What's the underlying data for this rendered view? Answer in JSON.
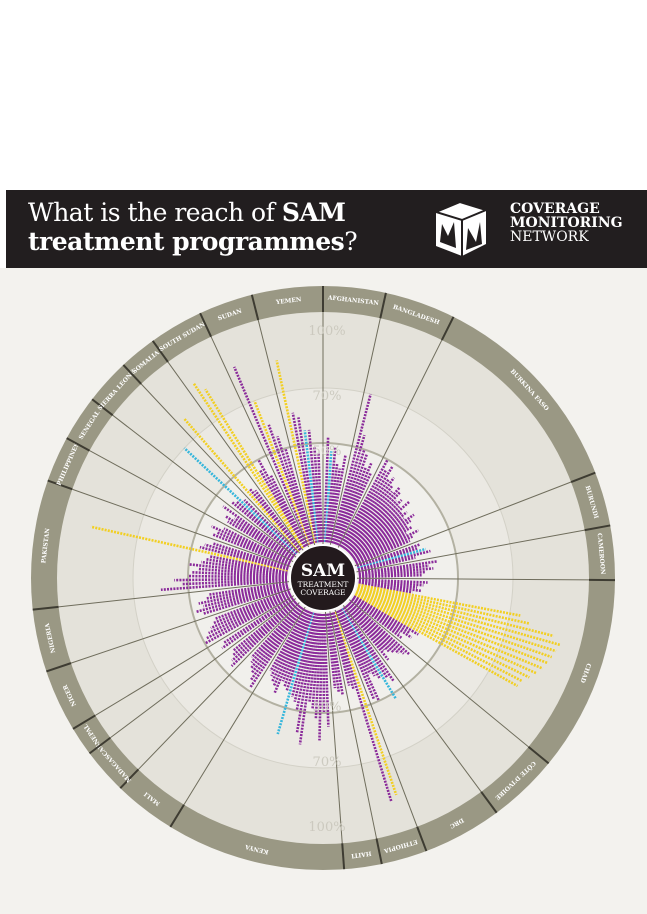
{
  "header": {
    "title_part1": "What is the reach of ",
    "title_bold1": "SAM",
    "title_bold2": "treatment programmes",
    "title_part2": "?",
    "logo_line1": "COVERAGE",
    "logo_line2": "MONITORING",
    "logo_line3": "NETWORK"
  },
  "colors": {
    "p": "#8a2a9a",
    "y": "#f2cf22",
    "c": "#35b6dc",
    "ring": "#9a9884",
    "inner": "#e4e2da",
    "hub": "#231a1d"
  },
  "chart_data": {
    "type": "radial-bar",
    "title": "SAM treatment coverage",
    "center_label": [
      "SAM",
      "TREATMENT",
      "COVERAGE"
    ],
    "rings": [
      {
        "value": 50,
        "label": "50%"
      },
      {
        "value": 70,
        "label": "70%"
      },
      {
        "value": 100,
        "label": "100%"
      }
    ],
    "value_range": [
      0,
      100
    ],
    "series_colors": {
      "p": "purple",
      "y": "yellow",
      "c": "cyan"
    },
    "countries": [
      {
        "name": "AFGHANISTAN",
        "bars": [
          [
            52,
            "p"
          ],
          [
            46,
            "c"
          ],
          [
            48,
            "p"
          ],
          [
            40,
            "p"
          ],
          [
            38,
            "p"
          ],
          [
            45,
            "p"
          ]
        ]
      },
      {
        "name": "BANGLADESH",
        "bars": [
          [
            70,
            "p"
          ],
          [
            55,
            "p"
          ],
          [
            50,
            "p"
          ],
          [
            48,
            "p"
          ],
          [
            42,
            "p"
          ],
          [
            45,
            "p"
          ],
          [
            40,
            "p"
          ]
        ]
      },
      {
        "name": "BURKINA FASO",
        "bars": [
          [
            50,
            "p"
          ],
          [
            45,
            "p"
          ],
          [
            48,
            "p"
          ],
          [
            42,
            "p"
          ],
          [
            44,
            "p"
          ],
          [
            40,
            "p"
          ],
          [
            38,
            "p"
          ],
          [
            42,
            "p"
          ],
          [
            40,
            "p"
          ],
          [
            36,
            "p"
          ],
          [
            38,
            "p"
          ],
          [
            35,
            "p"
          ],
          [
            40,
            "p"
          ],
          [
            34,
            "p"
          ],
          [
            36,
            "p"
          ],
          [
            33,
            "p"
          ],
          [
            38,
            "p"
          ],
          [
            35,
            "p"
          ],
          [
            32,
            "p"
          ],
          [
            34,
            "p"
          ],
          [
            30,
            "p"
          ],
          [
            36,
            "p"
          ],
          [
            32,
            "p"
          ],
          [
            30,
            "p"
          ]
        ]
      },
      {
        "name": "BURUNDI",
        "bars": [
          [
            34,
            "p"
          ],
          [
            32,
            "p"
          ],
          [
            36,
            "c"
          ],
          [
            38,
            "p"
          ],
          [
            30,
            "p"
          ]
        ]
      },
      {
        "name": "CAMEROON",
        "bars": [
          [
            40,
            "p"
          ],
          [
            36,
            "p"
          ],
          [
            38,
            "p"
          ],
          [
            34,
            "p"
          ],
          [
            32,
            "p"
          ]
        ]
      },
      {
        "name": "CHAD",
        "bars": [
          [
            35,
            "p"
          ],
          [
            33,
            "p"
          ],
          [
            30,
            "p"
          ],
          [
            32,
            "p"
          ],
          [
            28,
            "p"
          ],
          [
            75,
            "y"
          ],
          [
            80,
            "y"
          ],
          [
            92,
            "y"
          ],
          [
            96,
            "y"
          ],
          [
            95,
            "y"
          ],
          [
            94,
            "y"
          ],
          [
            93,
            "y"
          ],
          [
            92,
            "y"
          ],
          [
            90,
            "y"
          ],
          [
            88,
            "y"
          ],
          [
            86,
            "y"
          ],
          [
            85,
            "y"
          ],
          [
            38,
            "p"
          ],
          [
            34,
            "p"
          ],
          [
            36,
            "p"
          ],
          [
            30,
            "p"
          ],
          [
            32,
            "p"
          ]
        ]
      },
      {
        "name": "CÔTE D'IVOIRE",
        "bars": [
          [
            40,
            "p"
          ],
          [
            38,
            "p"
          ],
          [
            36,
            "p"
          ],
          [
            34,
            "p"
          ],
          [
            32,
            "p"
          ],
          [
            30,
            "p"
          ],
          [
            35,
            "p"
          ]
        ]
      },
      {
        "name": "DRC",
        "bars": [
          [
            45,
            "p"
          ],
          [
            42,
            "p"
          ],
          [
            52,
            "c"
          ],
          [
            40,
            "p"
          ],
          [
            38,
            "p"
          ],
          [
            36,
            "p"
          ],
          [
            50,
            "p"
          ],
          [
            48,
            "p"
          ]
        ]
      },
      {
        "name": "ETHIOPIA",
        "bars": [
          [
            88,
            "y"
          ],
          [
            90,
            "p"
          ],
          [
            40,
            "p"
          ],
          [
            38,
            "p"
          ]
        ]
      },
      {
        "name": "HAITI",
        "bars": [
          [
            42,
            "p"
          ],
          [
            40,
            "p"
          ],
          [
            38,
            "p"
          ]
        ]
      },
      {
        "name": "KENYA",
        "bars": [
          [
            55,
            "p"
          ],
          [
            50,
            "p"
          ],
          [
            60,
            "p"
          ],
          [
            52,
            "p"
          ],
          [
            48,
            "p"
          ],
          [
            45,
            "p"
          ],
          [
            62,
            "p"
          ],
          [
            58,
            "p"
          ],
          [
            50,
            "p"
          ],
          [
            46,
            "p"
          ],
          [
            44,
            "p"
          ],
          [
            60,
            "c"
          ],
          [
            42,
            "p"
          ],
          [
            40,
            "p"
          ],
          [
            38,
            "p"
          ],
          [
            45,
            "p"
          ],
          [
            42,
            "p"
          ],
          [
            40,
            "p"
          ],
          [
            38,
            "p"
          ],
          [
            36,
            "p"
          ]
        ]
      },
      {
        "name": "MALI",
        "bars": [
          [
            48,
            "p"
          ],
          [
            45,
            "p"
          ],
          [
            42,
            "p"
          ],
          [
            40,
            "p"
          ],
          [
            38,
            "p"
          ],
          [
            36,
            "p"
          ]
        ]
      },
      {
        "name": "MADAGASCAR",
        "bars": [
          [
            46,
            "p"
          ],
          [
            44,
            "p"
          ],
          [
            42,
            "p"
          ],
          [
            40,
            "p"
          ]
        ]
      },
      {
        "name": "NEPAL",
        "bars": [
          [
            44,
            "p"
          ],
          [
            42,
            "p"
          ]
        ]
      },
      {
        "name": "NIGER",
        "bars": [
          [
            50,
            "p"
          ],
          [
            48,
            "p"
          ],
          [
            46,
            "p"
          ],
          [
            44,
            "p"
          ],
          [
            42,
            "p"
          ],
          [
            40,
            "p"
          ]
        ]
      },
      {
        "name": "NIGERIA",
        "bars": [
          [
            45,
            "p"
          ],
          [
            48,
            "p"
          ],
          [
            44,
            "p"
          ],
          [
            46,
            "p"
          ],
          [
            42,
            "p"
          ],
          [
            40,
            "p"
          ]
        ]
      },
      {
        "name": "PAKISTAN",
        "bars": [
          [
            60,
            "p"
          ],
          [
            52,
            "p"
          ],
          [
            55,
            "p"
          ],
          [
            50,
            "p"
          ],
          [
            48,
            "p"
          ],
          [
            45,
            "p"
          ],
          [
            50,
            "p"
          ],
          [
            44,
            "p"
          ],
          [
            42,
            "p"
          ],
          [
            40,
            "p"
          ],
          [
            92,
            "y"
          ],
          [
            46,
            "p"
          ],
          [
            44,
            "p"
          ],
          [
            40,
            "p"
          ]
        ]
      },
      {
        "name": "PHILIPPINES",
        "bars": [
          [
            42,
            "p"
          ],
          [
            40,
            "p"
          ],
          [
            44,
            "p"
          ],
          [
            38,
            "p"
          ]
        ]
      },
      {
        "name": "SENEGAL",
        "bars": [
          [
            38,
            "p"
          ],
          [
            40,
            "p"
          ],
          [
            36,
            "p"
          ],
          [
            44,
            "p"
          ]
        ]
      },
      {
        "name": "SIERRA LEONE",
        "bars": [
          [
            42,
            "p"
          ],
          [
            40,
            "p"
          ],
          [
            70,
            "c"
          ],
          [
            38,
            "p"
          ]
        ]
      },
      {
        "name": "SOMALIA",
        "bars": [
          [
            80,
            "y"
          ],
          [
            40,
            "p"
          ],
          [
            38,
            "p"
          ]
        ]
      },
      {
        "name": "SOUTH SUDAN",
        "bars": [
          [
            90,
            "y"
          ],
          [
            85,
            "y"
          ],
          [
            45,
            "p"
          ],
          [
            50,
            "p"
          ],
          [
            40,
            "p"
          ]
        ]
      },
      {
        "name": "SUDAN",
        "bars": [
          [
            88,
            "p"
          ],
          [
            70,
            "y"
          ],
          [
            60,
            "p"
          ],
          [
            55,
            "p"
          ],
          [
            50,
            "p"
          ]
        ]
      },
      {
        "name": "YEMEN",
        "bars": [
          [
            85,
            "y"
          ],
          [
            62,
            "p"
          ],
          [
            60,
            "p"
          ],
          [
            55,
            "c"
          ],
          [
            55,
            "p"
          ],
          [
            48,
            "p"
          ],
          [
            45,
            "p"
          ]
        ]
      }
    ]
  }
}
